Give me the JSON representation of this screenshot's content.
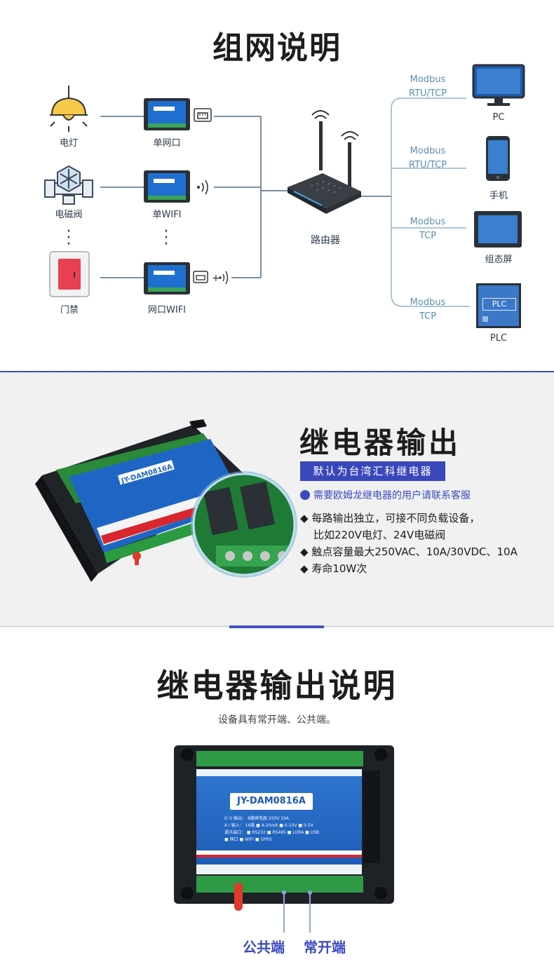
{
  "section1": {
    "title": "组网说明",
    "devices": [
      "电灯",
      "电磁阀",
      "门禁"
    ],
    "modules": [
      "单网口",
      "单WIFI",
      "网口WIFI"
    ],
    "router_label": "路由器",
    "targets": [
      {
        "protocol_line1": "Modbus",
        "protocol_line2": "RTU/TCP",
        "label": "PC"
      },
      {
        "protocol_line1": "Modbus",
        "protocol_line2": "RTU/TCP",
        "label": "手机"
      },
      {
        "protocol_line1": "Modbus",
        "protocol_line2": "TCP",
        "label": "组态屏"
      },
      {
        "protocol_line1": "Modbus",
        "protocol_line2": "TCP",
        "label": "PLC",
        "screen_text": "PLC"
      }
    ]
  },
  "section2": {
    "title": "继电器输出",
    "banner": "默认为台湾汇科继电器",
    "note": "需要欧姆龙继电器的用户请联系客服",
    "bullets": [
      "每路输出独立，可接不同负载设备，",
      "比如220V电灯、24V电磁阀",
      "触点容量最大250VAC、10A/30VDC、10A",
      "寿命10W次"
    ],
    "board_model": "JY-DAM0816A"
  },
  "section3": {
    "title": "继电器输出说明",
    "subtitle": "设备具有常开端、公共端。",
    "board_model": "JY-DAM0816A",
    "board_specs": [
      "D O 输出： 8路继电器 250V 10A",
      "A I 输入： 16路 ■ 4-20mA ■ 0-10V ■ 0-5V",
      "通讯端口： ■ RS232 ■ RS485 ■ LORA ■ USB",
      "■ 网口  ■ WIFI  ■ GPRS"
    ],
    "callout_common": "公共端",
    "callout_no": "常开端"
  },
  "colors": {
    "accent": "#3b49c0",
    "line": "#4f6a84",
    "blue_line": "#8fb3cc"
  }
}
